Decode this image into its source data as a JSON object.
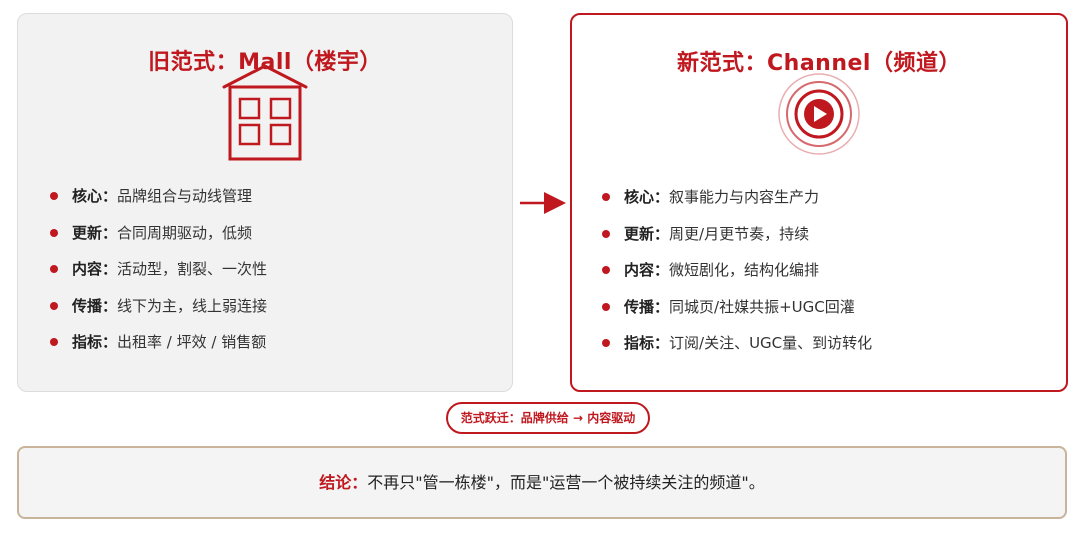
{
  "old_paradigm": {
    "title": "旧范式：Mall（楼宇）",
    "icon": "building-icon",
    "items": [
      {
        "label": "核心：",
        "text": "品牌组合与动线管理"
      },
      {
        "label": "更新：",
        "text": "合同周期驱动，低频"
      },
      {
        "label": "内容：",
        "text": "活动型，割裂、一次性"
      },
      {
        "label": "传播：",
        "text": "线下为主，线上弱连接"
      },
      {
        "label": "指标：",
        "text": "出租率 / 坪效 / 销售额"
      }
    ]
  },
  "new_paradigm": {
    "title": "新范式：Channel（频道）",
    "icon": "play-channel-icon",
    "items": [
      {
        "label": "核心：",
        "text": "叙事能力与内容生产力"
      },
      {
        "label": "更新：",
        "text": "周更/月更节奏，持续"
      },
      {
        "label": "内容：",
        "text": "微短剧化，结构化编排"
      },
      {
        "label": "传播：",
        "text": "同城页/社媒共振+UGC回灌"
      },
      {
        "label": "指标：",
        "text": "订阅/关注、UGC量、到访转化"
      }
    ]
  },
  "transition": {
    "label": "范式跃迁：品牌供给 → 内容驱动"
  },
  "conclusion": {
    "label": "结论：",
    "text": "不再只\"管一栋楼\"，而是\"运营一个被持续关注的频道\"。"
  },
  "colors": {
    "accent": "#c0181f",
    "old_card_bg": "#f2f2f2",
    "conclusion_border": "#c9b39a"
  }
}
